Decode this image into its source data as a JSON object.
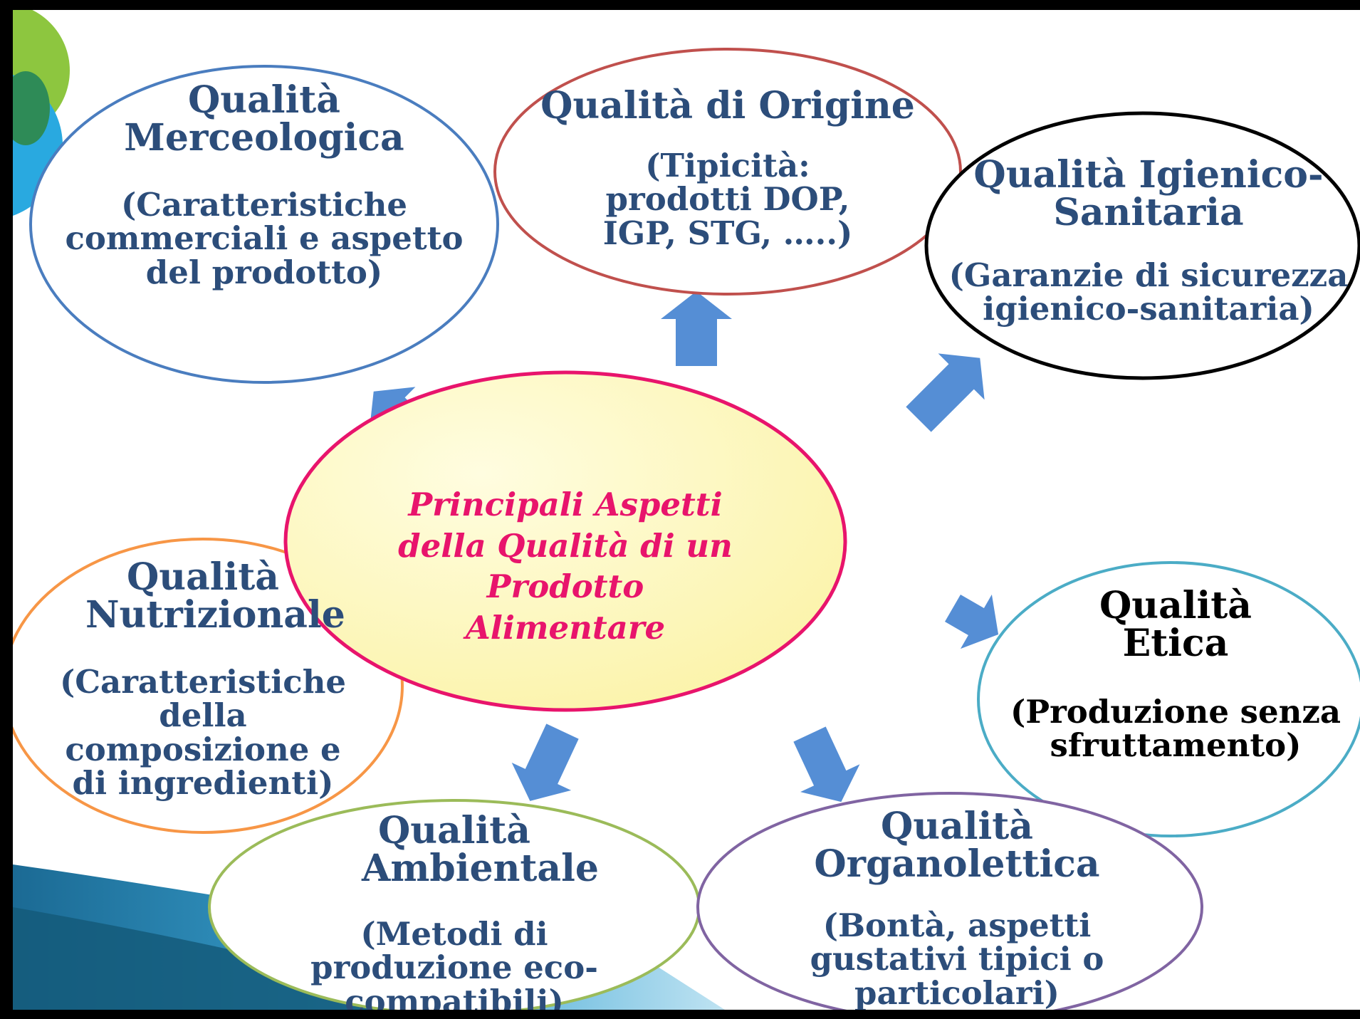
{
  "center": {
    "line1": "Principali Aspetti",
    "line2": "della Qualità di un",
    "line3": "Prodotto Alimentare"
  },
  "nodes": {
    "merceologica": {
      "title": "Qualità Merceologica",
      "subtitle": "(Caratteristiche commerciali e aspetto del prodotto)",
      "border": "#4a7dbf"
    },
    "origine": {
      "title": "Qualità di Origine",
      "subtitle": "(Tipicità: prodotti DOP, IGP, STG, …..)",
      "border": "#c0504d"
    },
    "igienico": {
      "title": "Qualità Igienico-Sanitaria",
      "subtitle": "(Garanzie di sicurezza igienico-sanitaria)",
      "border": "#000000"
    },
    "nutrizionale": {
      "title": "Qualità Nutrizionale",
      "subtitle": "(Caratteristiche della composizione e di ingredienti)",
      "border": "#f79646"
    },
    "etica": {
      "title": "Qualità Etica",
      "subtitle": "(Produzione senza sfruttamento)",
      "border": "#4bacc6"
    },
    "ambientale": {
      "title": "Qualità Ambientale",
      "subtitle": "(Metodi di produzione eco-compatibili)",
      "border": "#9bbb59"
    },
    "organolettica": {
      "title": "Qualità Organolettica",
      "subtitle": "(Bontà, aspetti gustativi tipici o particolari)",
      "border": "#8064a2"
    }
  },
  "colors": {
    "arrow": "#558ed5",
    "center_border": "#e8146c",
    "center_fill": "#fffbc8",
    "node_text": "#2c4d7a",
    "decor_green": "#8dc63f",
    "decor_dark_green": "#2e8b57",
    "decor_blue": "#29a9e0",
    "decor_teal": "#1f6f99"
  }
}
